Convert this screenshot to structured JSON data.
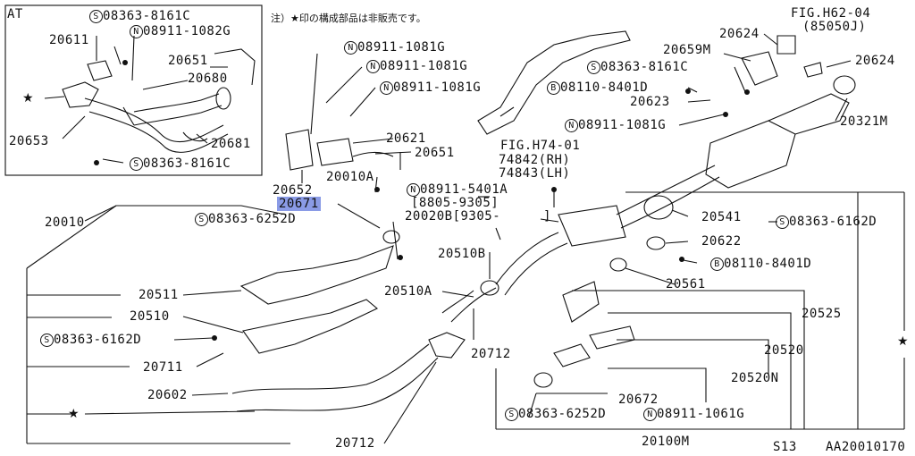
{
  "header": {
    "at_label": "AT",
    "note": "注）★印の構成部品は非販売です。",
    "fig_ref": "FIG.H62-04",
    "fig_ref_sub": "(85050J)",
    "footer_code": "S13",
    "figure_id": "AA20010170"
  },
  "at_box": {
    "labels": [
      {
        "id": "at-08363-8161c-top",
        "prefix": "S",
        "text": "08363-8161C"
      },
      {
        "id": "at-20611",
        "prefix": "",
        "text": "20611"
      },
      {
        "id": "at-08911-1082g",
        "prefix": "N",
        "text": "08911-1082G"
      },
      {
        "id": "at-20651",
        "prefix": "",
        "text": "20651"
      },
      {
        "id": "at-20680",
        "prefix": "",
        "text": "20680"
      },
      {
        "id": "at-20653",
        "prefix": "",
        "text": "20653"
      },
      {
        "id": "at-20681",
        "prefix": "",
        "text": "20681"
      },
      {
        "id": "at-08363-8161c-bottom",
        "prefix": "S",
        "text": "08363-8161C"
      }
    ]
  },
  "parts": {
    "p_08911_1081g_a": {
      "prefix": "N",
      "text": "08911-1081G"
    },
    "p_08911_1081g_b": {
      "prefix": "N",
      "text": "08911-1081G"
    },
    "p_08911_1081g_c": {
      "prefix": "N",
      "text": "08911-1081G"
    },
    "p_20621": "20621",
    "p_20651": "20651",
    "p_20010a": "20010A",
    "p_20652": "20652",
    "p_20671": "20671",
    "p_08911_5401a": {
      "prefix": "N",
      "text": "08911-5401A"
    },
    "p_8805_9305": "[8805-9305]",
    "p_20020b": "20020B[9305-",
    "p_20020b_end": "]",
    "p_20010": "20010",
    "p_08363_6252d_top": {
      "prefix": "S",
      "text": "08363-6252D"
    },
    "p_fig_h74": "FIG.H74-01",
    "p_74842": "74842(RH)",
    "p_74843": "74843(LH)",
    "p_20510b": "20510B",
    "p_20510a": "20510A",
    "p_20511": "20511",
    "p_20510": "20510",
    "p_08363_6162d_left": {
      "prefix": "S",
      "text": "08363-6162D"
    },
    "p_20711": "20711",
    "p_20602": "20602",
    "p_20712_bottom": "20712",
    "p_20712_mid": "20712",
    "p_20624_top": "20624",
    "p_20659m": "20659M",
    "p_20624_right": "20624",
    "p_08363_8161c": {
      "prefix": "S",
      "text": "08363-8161C"
    },
    "p_08110_8401d_top": {
      "prefix": "B",
      "text": "08110-8401D"
    },
    "p_20623": "20623",
    "p_20321m": "20321M",
    "p_08911_1081g_d": {
      "prefix": "N",
      "text": "08911-1081G"
    },
    "p_20541": "20541",
    "p_20622": "20622",
    "p_08110_8401d_bottom": {
      "prefix": "B",
      "text": "08110-8401D"
    },
    "p_20561": "20561",
    "p_08363_6162d_right": {
      "prefix": "S",
      "text": "08363-6162D"
    },
    "p_20525": "20525",
    "p_20520": "20520",
    "p_20520n": "20520N",
    "p_20672": "20672",
    "p_08363_6252d_bottom": {
      "prefix": "S",
      "text": "08363-6252D"
    },
    "p_08911_1061g": {
      "prefix": "N",
      "text": "08911-1061G"
    },
    "p_20100m": "20100M"
  },
  "star_symbol": "★"
}
